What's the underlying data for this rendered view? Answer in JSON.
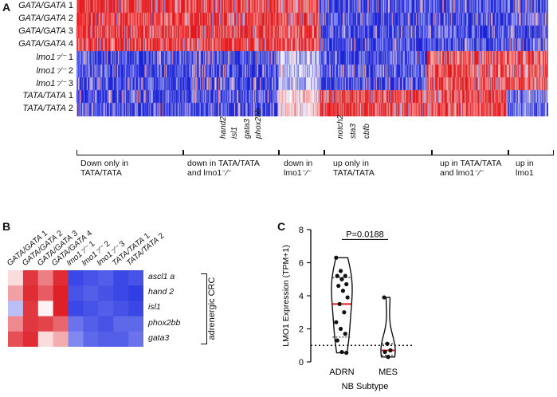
{
  "panels": {
    "a": "A",
    "b": "B",
    "c": "C"
  },
  "panel_a": {
    "rows": [
      {
        "label": "GATA/GATA",
        "num": " 1"
      },
      {
        "label": "GATA/GATA",
        "num": " 2"
      },
      {
        "label": "GATA/GATA",
        "num": " 3"
      },
      {
        "label": "GATA/GATA",
        "num": " 4"
      },
      {
        "label": "lmo1⁻⁄⁻",
        "num": " 1"
      },
      {
        "label": "lmo1⁻⁄⁻",
        "num": " 2"
      },
      {
        "label": "lmo1⁻⁄⁻",
        "num": " 3"
      },
      {
        "label": "TATA/TATA",
        "num": " 1"
      },
      {
        "label": "TATA/TATA",
        "num": " 2"
      }
    ],
    "genes": [
      "hand2",
      "isl1",
      "gata3",
      "phox2bb",
      "notch2",
      "sta3",
      "cbfb"
    ],
    "brackets": [
      {
        "line1": "Down only in",
        "line2": "TATA/TATA"
      },
      {
        "line1": "down in TATA/TATA",
        "line2": "and lmo1⁻⁄⁻"
      },
      {
        "line1": "down in",
        "line2": "lmo1⁻⁄⁻"
      },
      {
        "line1": "up only in",
        "line2": "TATA/TATA"
      },
      {
        "line1": "up in TATA/TATA",
        "line2": "and lmo1⁻⁄⁻"
      },
      {
        "line1": "up in",
        "line2": "lmo1"
      }
    ],
    "colors": {
      "high": "#e3191c",
      "low": "#1b23d6",
      "mid": "#ffffff"
    }
  },
  "panel_b": {
    "columns": [
      {
        "label": "GATA/GATA",
        "num": " 1"
      },
      {
        "label": "GATA/GATA",
        "num": " 2"
      },
      {
        "label": "GATA/GATA",
        "num": " 3"
      },
      {
        "label": "GATA/GATA",
        "num": " 4"
      },
      {
        "label": "lmo1⁻⁄⁻",
        "num": " 1"
      },
      {
        "label": "lmo1⁻⁄⁻",
        "num": " 2"
      },
      {
        "label": "lmo1⁻⁄⁻",
        "num": " 3"
      },
      {
        "label": "TATA/TATA",
        "num": " 1"
      },
      {
        "label": "TATA/TATA",
        "num": " 2"
      }
    ],
    "genes": [
      "ascl1 a",
      "hand 2",
      "isl1",
      "phox2bb",
      "gata3"
    ],
    "bracket_label": "adrenergic CRC",
    "values": [
      [
        0.15,
        0.85,
        0.55,
        0.9,
        -0.85,
        -0.8,
        -0.75,
        -0.85,
        -0.8
      ],
      [
        0.4,
        0.9,
        0.7,
        0.95,
        -0.8,
        -0.75,
        -0.8,
        -0.85,
        -0.9
      ],
      [
        -0.3,
        0.85,
        0.05,
        0.95,
        -0.85,
        -0.8,
        -0.75,
        -0.8,
        -0.85
      ],
      [
        0.5,
        0.85,
        0.8,
        0.65,
        -0.65,
        -0.75,
        -0.8,
        -0.7,
        -0.7
      ],
      [
        0.75,
        0.9,
        0.15,
        0.35,
        -0.55,
        -0.7,
        -0.75,
        -0.75,
        -0.65
      ]
    ]
  },
  "chart_data": {
    "type": "violin",
    "xlabel": "NB Subtype",
    "ylabel": "LMO1 Expression (TPM+1)",
    "ylim": [
      0,
      8
    ],
    "yticks": [
      0,
      2,
      4,
      6,
      8
    ],
    "categories": [
      "ADRN",
      "MES"
    ],
    "pvalue": "P=0.0188",
    "reference_line": 1.0,
    "series": [
      {
        "name": "ADRN",
        "median": 3.5,
        "q1": 1.5,
        "q3": 5.1,
        "points": [
          6.3,
          5.5,
          5.2,
          5.2,
          5.0,
          4.7,
          4.6,
          4.3,
          3.9,
          3.5,
          3.0,
          2.4,
          2.0,
          1.7,
          1.3,
          0.6,
          0.55
        ]
      },
      {
        "name": "MES",
        "median": 0.7,
        "q1": 0.4,
        "q3": 1.1,
        "points": [
          3.9,
          1.1,
          0.7,
          0.6,
          0.3
        ]
      }
    ]
  }
}
